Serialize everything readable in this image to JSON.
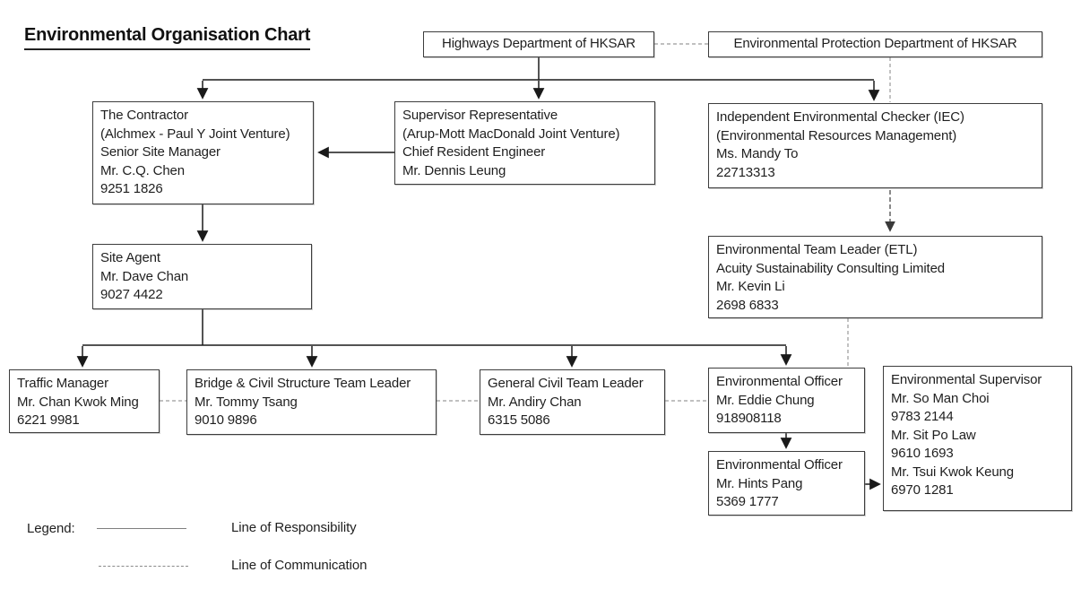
{
  "title": "Environmental Organisation Chart",
  "colors": {
    "box_border": "#3d3d3d",
    "line_of_responsibility": "#1a1a1a",
    "line_of_communication": "#999999",
    "text": "#1f1f1f"
  },
  "nodes": {
    "highways": {
      "lines": [
        "Highways Department of HKSAR"
      ]
    },
    "epd": {
      "lines": [
        "Environmental Protection Department of HKSAR"
      ]
    },
    "contractor": {
      "lines": [
        "The Contractor",
        "(Alchmex - Paul Y Joint Venture)",
        "Senior Site Manager",
        "Mr. C.Q. Chen",
        "9251 1826"
      ]
    },
    "supervisor_rep": {
      "lines": [
        "Supervisor Representative",
        "(Arup-Mott MacDonald Joint Venture)",
        "Chief Resident Engineer",
        "Mr. Dennis Leung"
      ]
    },
    "iec": {
      "lines": [
        "Independent Environmental Checker (IEC)",
        "(Environmental Resources Management)",
        "Ms. Mandy To",
        "22713313"
      ]
    },
    "site_agent": {
      "lines": [
        "Site Agent",
        "Mr. Dave Chan",
        "9027 4422"
      ]
    },
    "etl": {
      "lines": [
        "Environmental Team Leader (ETL)",
        "Acuity Sustainability Consulting Limited",
        "Mr. Kevin Li",
        "2698 6833"
      ]
    },
    "traffic_manager": {
      "lines": [
        "Traffic Manager",
        "Mr. Chan Kwok Ming",
        "6221 9981"
      ]
    },
    "bridge_civil_leader": {
      "lines": [
        "Bridge & Civil Structure Team Leader",
        "Mr. Tommy Tsang",
        "9010 9896"
      ]
    },
    "general_civil_leader": {
      "lines": [
        "General Civil Team Leader",
        "Mr. Andiry Chan",
        "6315 5086"
      ]
    },
    "env_officer_1": {
      "lines": [
        "Environmental Officer",
        "Mr. Eddie Chung",
        "918908118"
      ]
    },
    "env_officer_2": {
      "lines": [
        "Environmental Officer",
        "Mr. Hints Pang",
        "5369 1777"
      ]
    },
    "env_supervisor": {
      "lines": [
        "Environmental Supervisor",
        "Mr. So Man Choi",
        "9783 2144",
        "Mr. Sit Po Law",
        "9610 1693",
        "Mr. Tsui Kwok Keung",
        "6970 1281"
      ]
    }
  },
  "legend": {
    "label": "Legend:",
    "solid_label": "Line of Responsibility",
    "dashed_label": "Line of Communication"
  }
}
